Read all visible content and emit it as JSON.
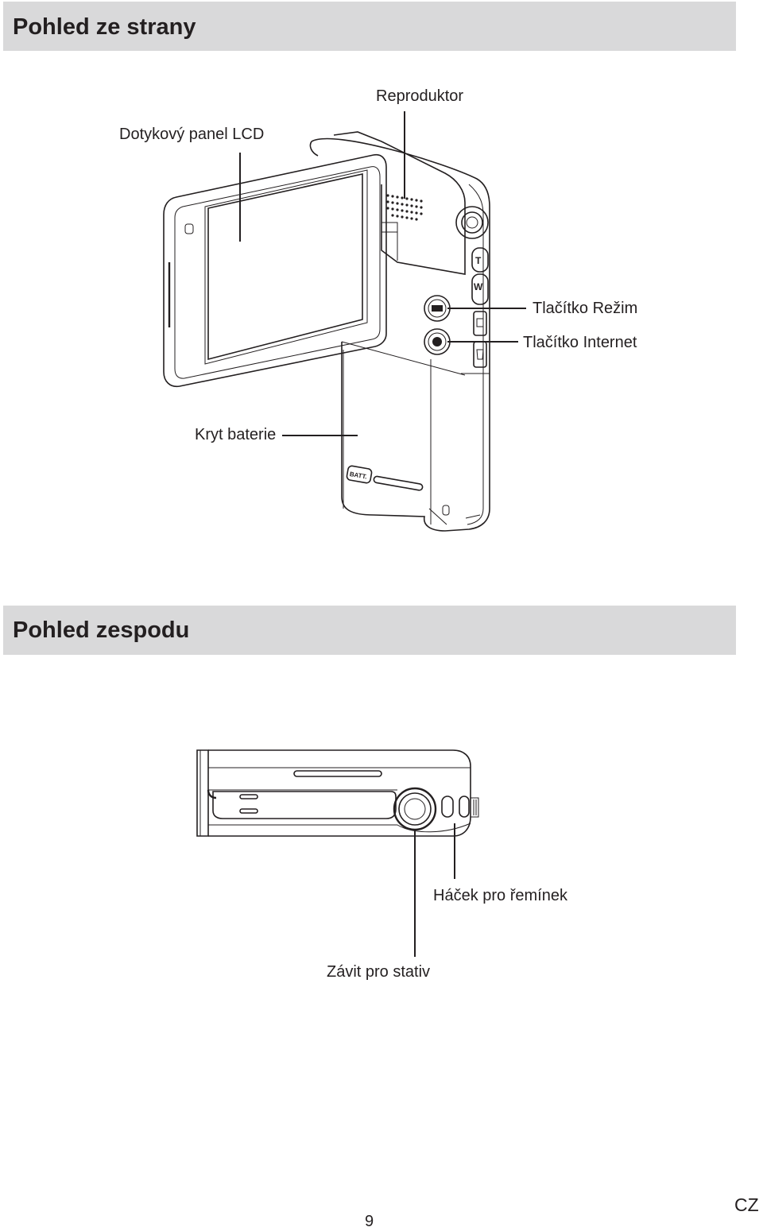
{
  "side_view": {
    "title": "Pohled ze strany",
    "labels": {
      "speaker": "Reproduktor",
      "lcd": "Dotykový panel LCD",
      "mode_button": "Tlačítko Režim",
      "internet_button": "Tlačítko Internet",
      "battery_cover": "Kryt baterie"
    }
  },
  "bottom_view": {
    "title": "Pohled zespodu",
    "labels": {
      "strap_hook": "Háček pro řemínek",
      "tripod_thread": "Závit pro stativ"
    }
  },
  "footer": {
    "page_number": "9",
    "language": "CZ"
  }
}
